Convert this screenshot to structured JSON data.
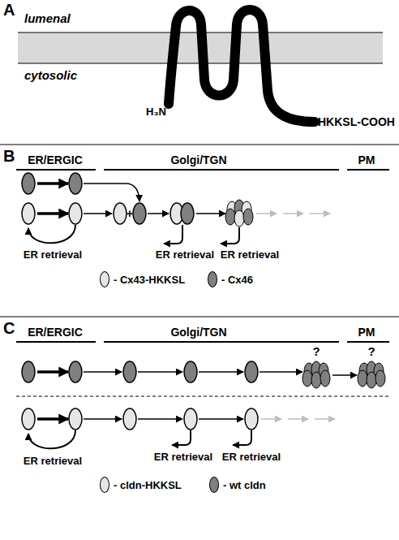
{
  "diagram": {
    "labels": [
      "A",
      "lumenal",
      "cytosolic",
      "H₃N",
      "HKKSL-COOH",
      "B",
      "ER/ERGIC",
      "Golgi/TGN",
      "PM",
      "+",
      "ER retrieval",
      "ER retrieval",
      "ER retrieval",
      "C",
      "ER/ERGIC",
      "Golgi/TGN",
      "PM",
      "?",
      "?",
      "ER retrieval",
      "ER retrieval",
      "ER retrieval"
    ],
    "legend": [
      {
        "text": "- Cx43-HKKSL",
        "color": "#e6e6e6"
      },
      {
        "text": "- Cx46",
        "color": "#808080"
      },
      {
        "text": "- cldn-HKKSL",
        "color": "#e6e6e6"
      },
      {
        "text": "- wt cldn",
        "color": "#808080"
      }
    ]
  }
}
